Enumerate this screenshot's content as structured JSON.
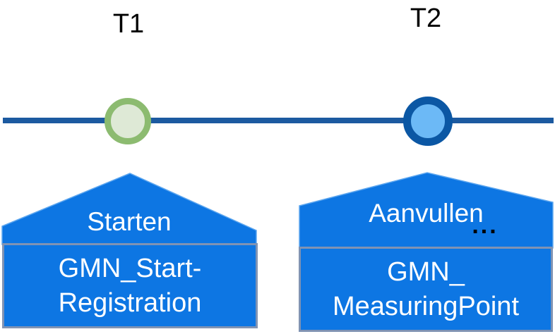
{
  "colors": {
    "background": "#ffffff",
    "shape_blue": "#0d76e3",
    "shape_edge": "#5ea7ef",
    "box_border": "#8093b3",
    "timeline_line": "#1c5aa0",
    "t1_ring": "#8cbb70",
    "t1_fill": "#dee9d6",
    "t2_ring": "#0b57a4",
    "t2_fill": "#6cb9f6",
    "label_text": "#000000",
    "shape_text": "#ffffff"
  },
  "timeline": {
    "t1_label": "T1",
    "t2_label": "T2"
  },
  "callouts": {
    "left": {
      "banner": "Starten",
      "box_line1": "GMN_Start-",
      "box_line2": "Registration"
    },
    "right": {
      "banner": "Aanvullen",
      "ellipsis": "...",
      "box_line1": "GMN_",
      "box_line2": "MeasuringPoint"
    }
  }
}
